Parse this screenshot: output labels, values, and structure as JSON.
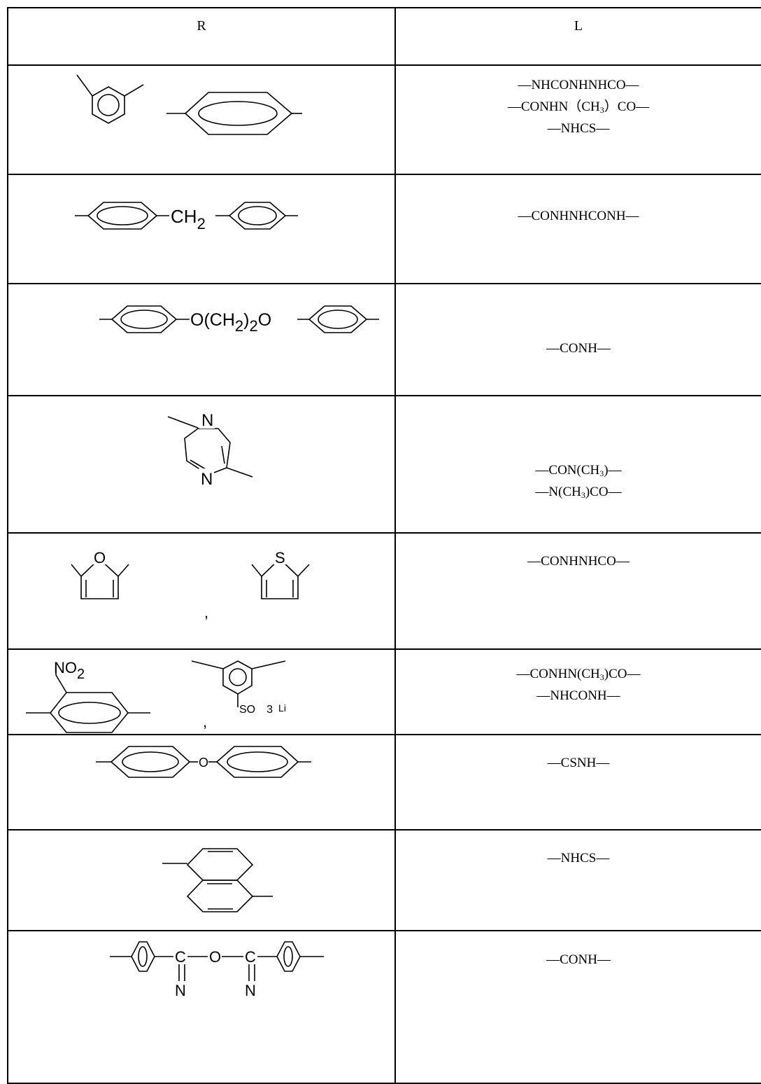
{
  "table": {
    "headers": {
      "r": "R",
      "l": "L"
    },
    "rows": [
      {
        "l": [
          "—NHCONHNHCO—",
          "—CONHN（CH₃）CO—",
          "—NHCS—"
        ]
      },
      {
        "l": [
          "—CONHNHCONH—"
        ],
        "r_text": {
          "ch2": "CH",
          "sub2": "2"
        }
      },
      {
        "l": [
          "—CONH—"
        ],
        "r_text": {
          "linker": "O(CH",
          "sub2": "2",
          "close": ")",
          "sub2b": "2",
          "o": "O"
        }
      },
      {
        "l": [
          "—CON(CH₃)—",
          "—N(CH₃)CO—"
        ],
        "r_text": {
          "n_top": "N",
          "n_bottom": "N"
        }
      },
      {
        "l": [
          "—CONHNHCO—"
        ],
        "r_text": {
          "o": "O",
          "s": "S",
          "comma": ","
        }
      },
      {
        "l": [
          "—CONHN(CH₃)CO—",
          "—NHCONH—"
        ],
        "r_text": {
          "no2": "NO",
          "no2_sub": "2",
          "so3li": "SO",
          "so3li_sub": "3",
          "li": "Li",
          "comma": ","
        }
      },
      {
        "l": [
          "—CSNH—"
        ],
        "r_text": {
          "o": "O"
        }
      },
      {
        "l": [
          "—NHCS—"
        ]
      },
      {
        "l": [
          "—CONH—"
        ],
        "r_text": {
          "c1": "C",
          "o": "O",
          "c2": "C",
          "n1": "N",
          "n2": "N"
        }
      }
    ]
  }
}
